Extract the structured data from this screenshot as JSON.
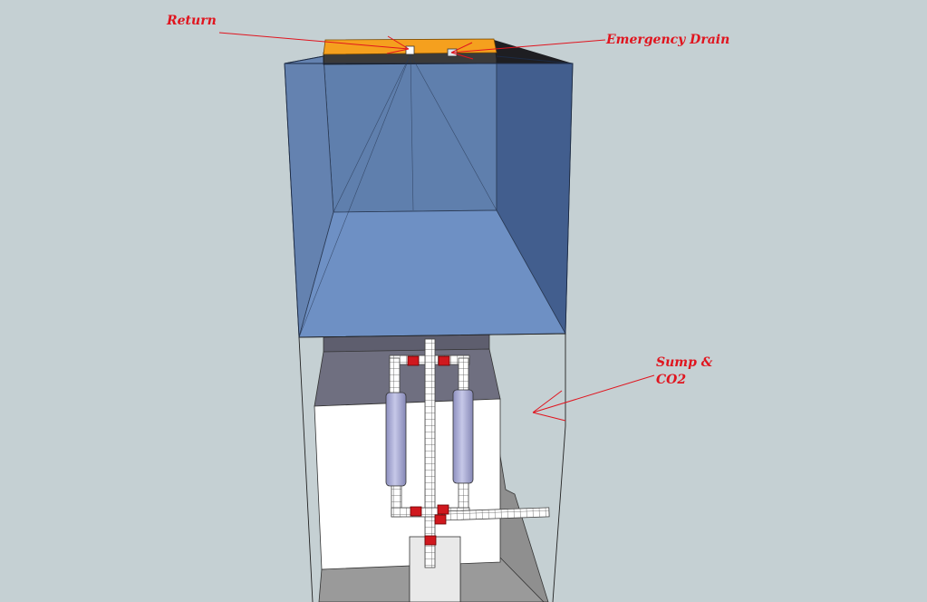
{
  "labels": {
    "return": "Return",
    "emergency_drain": "Emergency Drain",
    "sump_line1": "Sump &",
    "sump_line2": "CO2"
  },
  "colors": {
    "background": "#c5d0d3",
    "tank_glass": "#4f72a2",
    "water_surface": "#6e90c4",
    "overflow_box": "#f5a01e",
    "annotation": "#e0141e",
    "fitting": "#d0181e",
    "reactor": "#a7a9cf"
  }
}
